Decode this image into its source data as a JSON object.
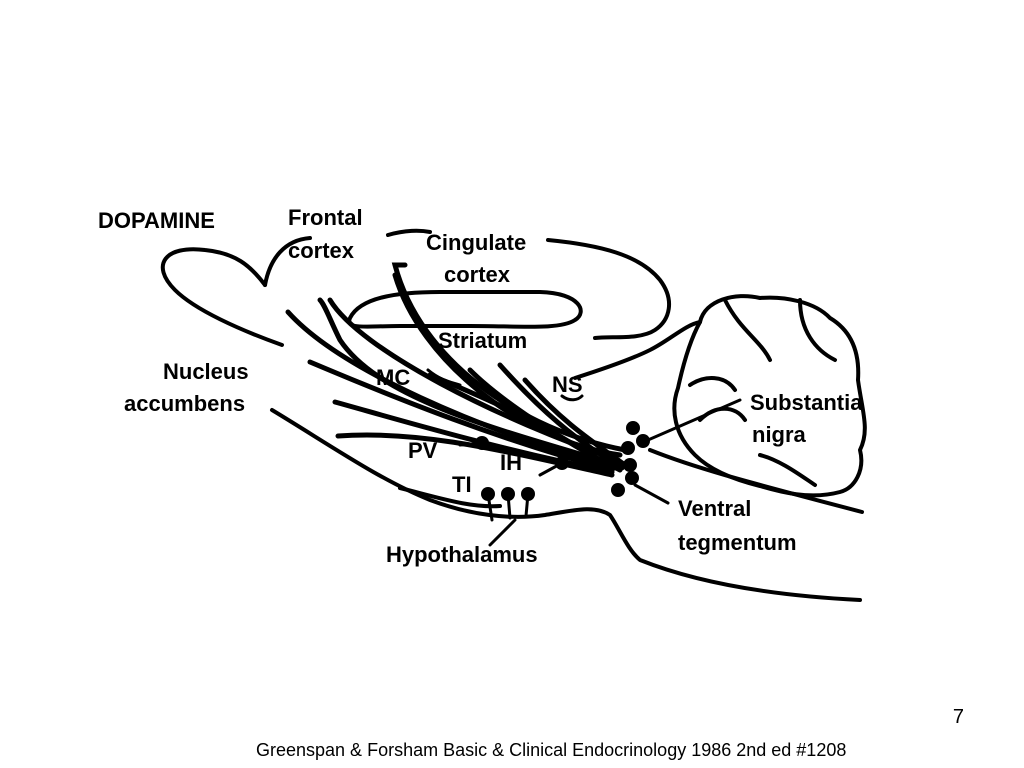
{
  "diagram": {
    "title": "DOPAMINE",
    "labels": {
      "frontal_cortex_1": "Frontal",
      "frontal_cortex_2": "cortex",
      "cingulate_cortex_1": "Cingulate",
      "cingulate_cortex_2": "cortex",
      "striatum": "Striatum",
      "nucleus_accumbens_1": "Nucleus",
      "nucleus_accumbens_2": "accumbens",
      "mc": "MC",
      "ns": "NS",
      "pv": "PV",
      "ih": "IH",
      "ti": "TI",
      "substantia_nigra_1": "Substantia",
      "substantia_nigra_2": "nigra",
      "ventral_tegmentum_1": "Ventral",
      "ventral_tegmentum_2": "tegmentum",
      "hypothalamus": "Hypothalamus"
    }
  },
  "page_number": "7",
  "caption": "Greenspan & Forsham Basic & Clinical Endocrinology 1986 2nd ed #1208"
}
